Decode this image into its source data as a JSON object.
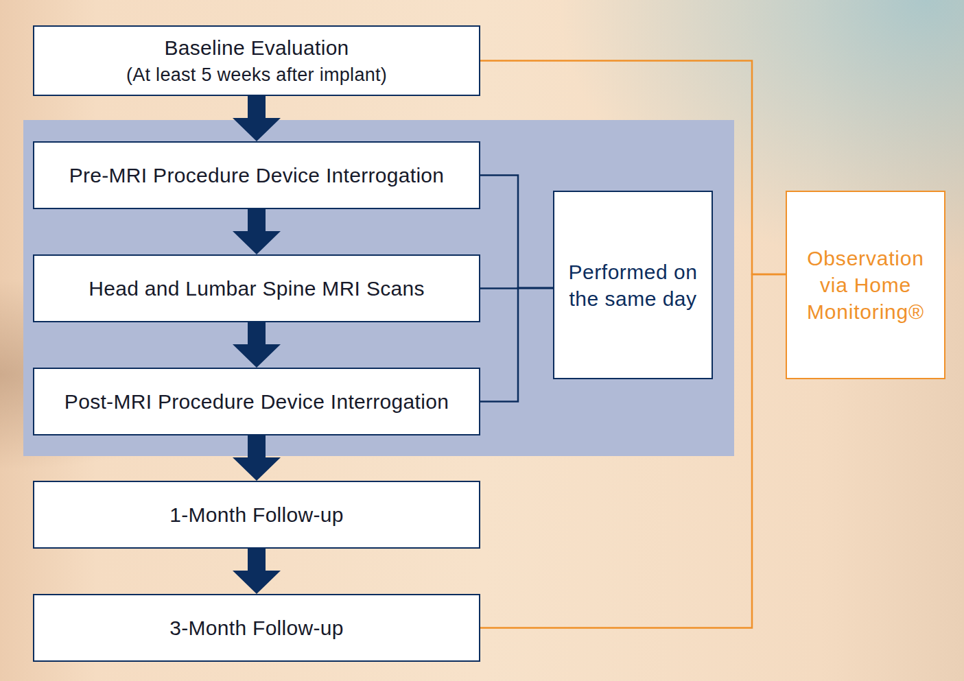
{
  "diagram": {
    "nodes": [
      {
        "text": [
          "Baseline Evaluation",
          "(At least 5 weeks after implant)"
        ]
      },
      {
        "text": [
          "Pre-MRI Procedure Device Interrogation"
        ]
      },
      {
        "text": [
          "Head and Lumbar Spine MRI Scans"
        ]
      },
      {
        "text": [
          "Post-MRI Procedure Device Interrogation"
        ]
      },
      {
        "text": [
          "1-Month Follow-up"
        ]
      },
      {
        "text": [
          "3-Month Follow-up"
        ]
      },
      {
        "text": [
          "Performed on the same day"
        ]
      },
      {
        "text": [
          "Observation via Home Monitoring®"
        ]
      }
    ],
    "edges": [
      {
        "from": 0,
        "to": 1,
        "arrow": "to"
      },
      {
        "from": 1,
        "to": 2,
        "arrow": "to"
      },
      {
        "from": 2,
        "to": 3,
        "arrow": "to"
      },
      {
        "from": 3,
        "to": 4,
        "arrow": "to"
      },
      {
        "from": 4,
        "to": 5,
        "arrow": "to"
      },
      {
        "from": 1,
        "to": 6,
        "arrow": "none"
      },
      {
        "from": 2,
        "to": 6,
        "arrow": "none"
      },
      {
        "from": 3,
        "to": 6,
        "arrow": "none"
      },
      {
        "from": 0,
        "to": 7,
        "arrow": "none"
      },
      {
        "from": 5,
        "to": 7,
        "arrow": "none"
      }
    ]
  }
}
